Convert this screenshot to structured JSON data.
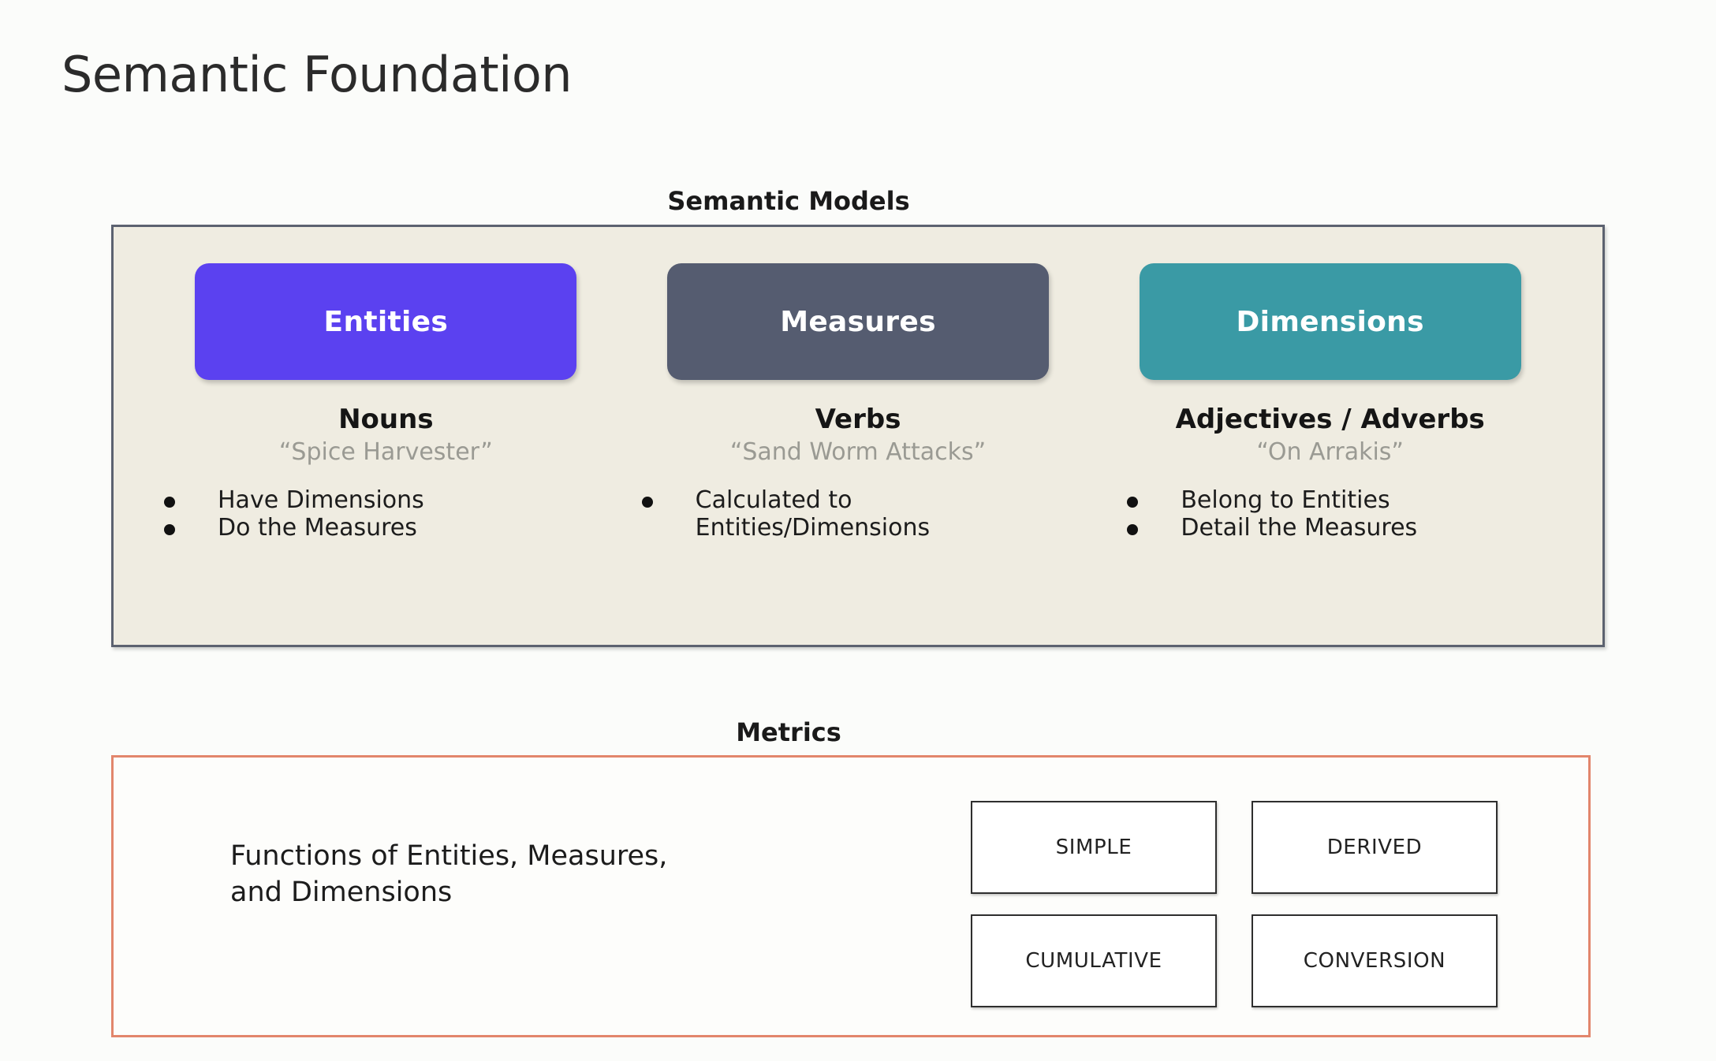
{
  "page": {
    "title": "Semantic Foundation",
    "background_color": "#fbfcfa"
  },
  "semantic_models": {
    "heading": "Semantic Models",
    "panel_background_color": "#efece1",
    "panel_border_color": "#5c6270",
    "columns": [
      {
        "pill_label": "Entities",
        "pill_color": "#5b41f0",
        "part_of_speech": "Nouns",
        "example": "“Spice Harvester”",
        "bullets": [
          "Have Dimensions",
          "Do the Measures"
        ]
      },
      {
        "pill_label": "Measures",
        "pill_color": "#555c70",
        "part_of_speech": "Verbs",
        "example": "“Sand Worm Attacks”",
        "bullets": [
          "Calculated to Entities/Dimensions"
        ]
      },
      {
        "pill_label": "Dimensions",
        "pill_color": "#3a9aa5",
        "part_of_speech": "Adjectives / Adverbs",
        "example": "“On Arrakis”",
        "bullets": [
          "Belong to Entities",
          "Detail the Measures"
        ]
      }
    ]
  },
  "metrics": {
    "heading": "Metrics",
    "panel_border_color": "#e2866c",
    "description_line_1": "Functions of Entities, Measures,",
    "description_line_2": "and Dimensions",
    "types": [
      "SIMPLE",
      "DERIVED",
      "CUMULATIVE",
      "CONVERSION"
    ]
  }
}
